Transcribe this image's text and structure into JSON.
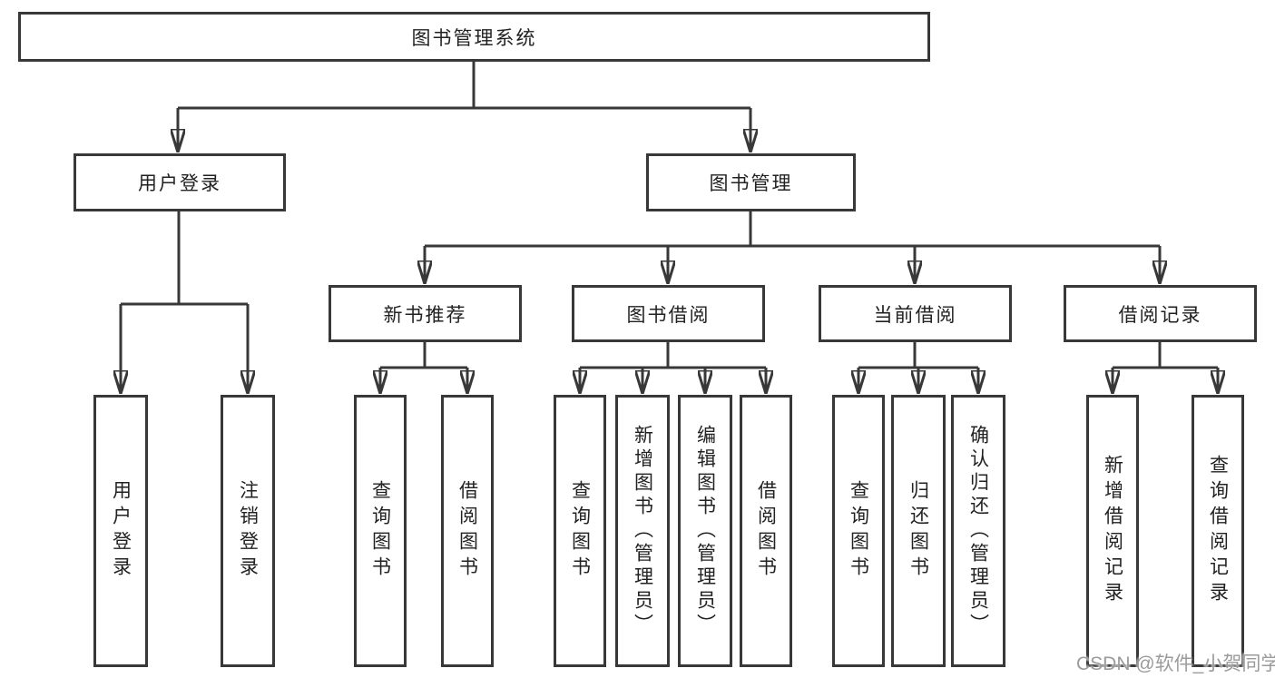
{
  "tree": {
    "root": {
      "label": "图书管理系统",
      "children": [
        {
          "label": "用户登录",
          "children": [
            {
              "label": "用户登录"
            },
            {
              "label": "注销登录"
            }
          ]
        },
        {
          "label": "图书管理",
          "children": [
            {
              "label": "新书推荐",
              "children": [
                {
                  "label": "查询图书"
                },
                {
                  "label": "借阅图书"
                }
              ]
            },
            {
              "label": "图书借阅",
              "children": [
                {
                  "label": "查询图书"
                },
                {
                  "label": "新增图书（管理员）"
                },
                {
                  "label": "编辑图书（管理员）"
                },
                {
                  "label": "借阅图书"
                }
              ]
            },
            {
              "label": "当前借阅",
              "children": [
                {
                  "label": "查询图书"
                },
                {
                  "label": "归还图书"
                },
                {
                  "label": "确认归还（管理员）"
                }
              ]
            },
            {
              "label": "借阅记录",
              "children": [
                {
                  "label": "新增借阅记录"
                },
                {
                  "label": "查询借阅记录"
                }
              ]
            }
          ]
        }
      ]
    }
  },
  "watermark": {
    "text": "CSDN @软件_小贺同学"
  },
  "colors": {
    "line": "#383838",
    "text": "#222222",
    "watermark": "#9b9b9b",
    "background": "#ffffff"
  }
}
